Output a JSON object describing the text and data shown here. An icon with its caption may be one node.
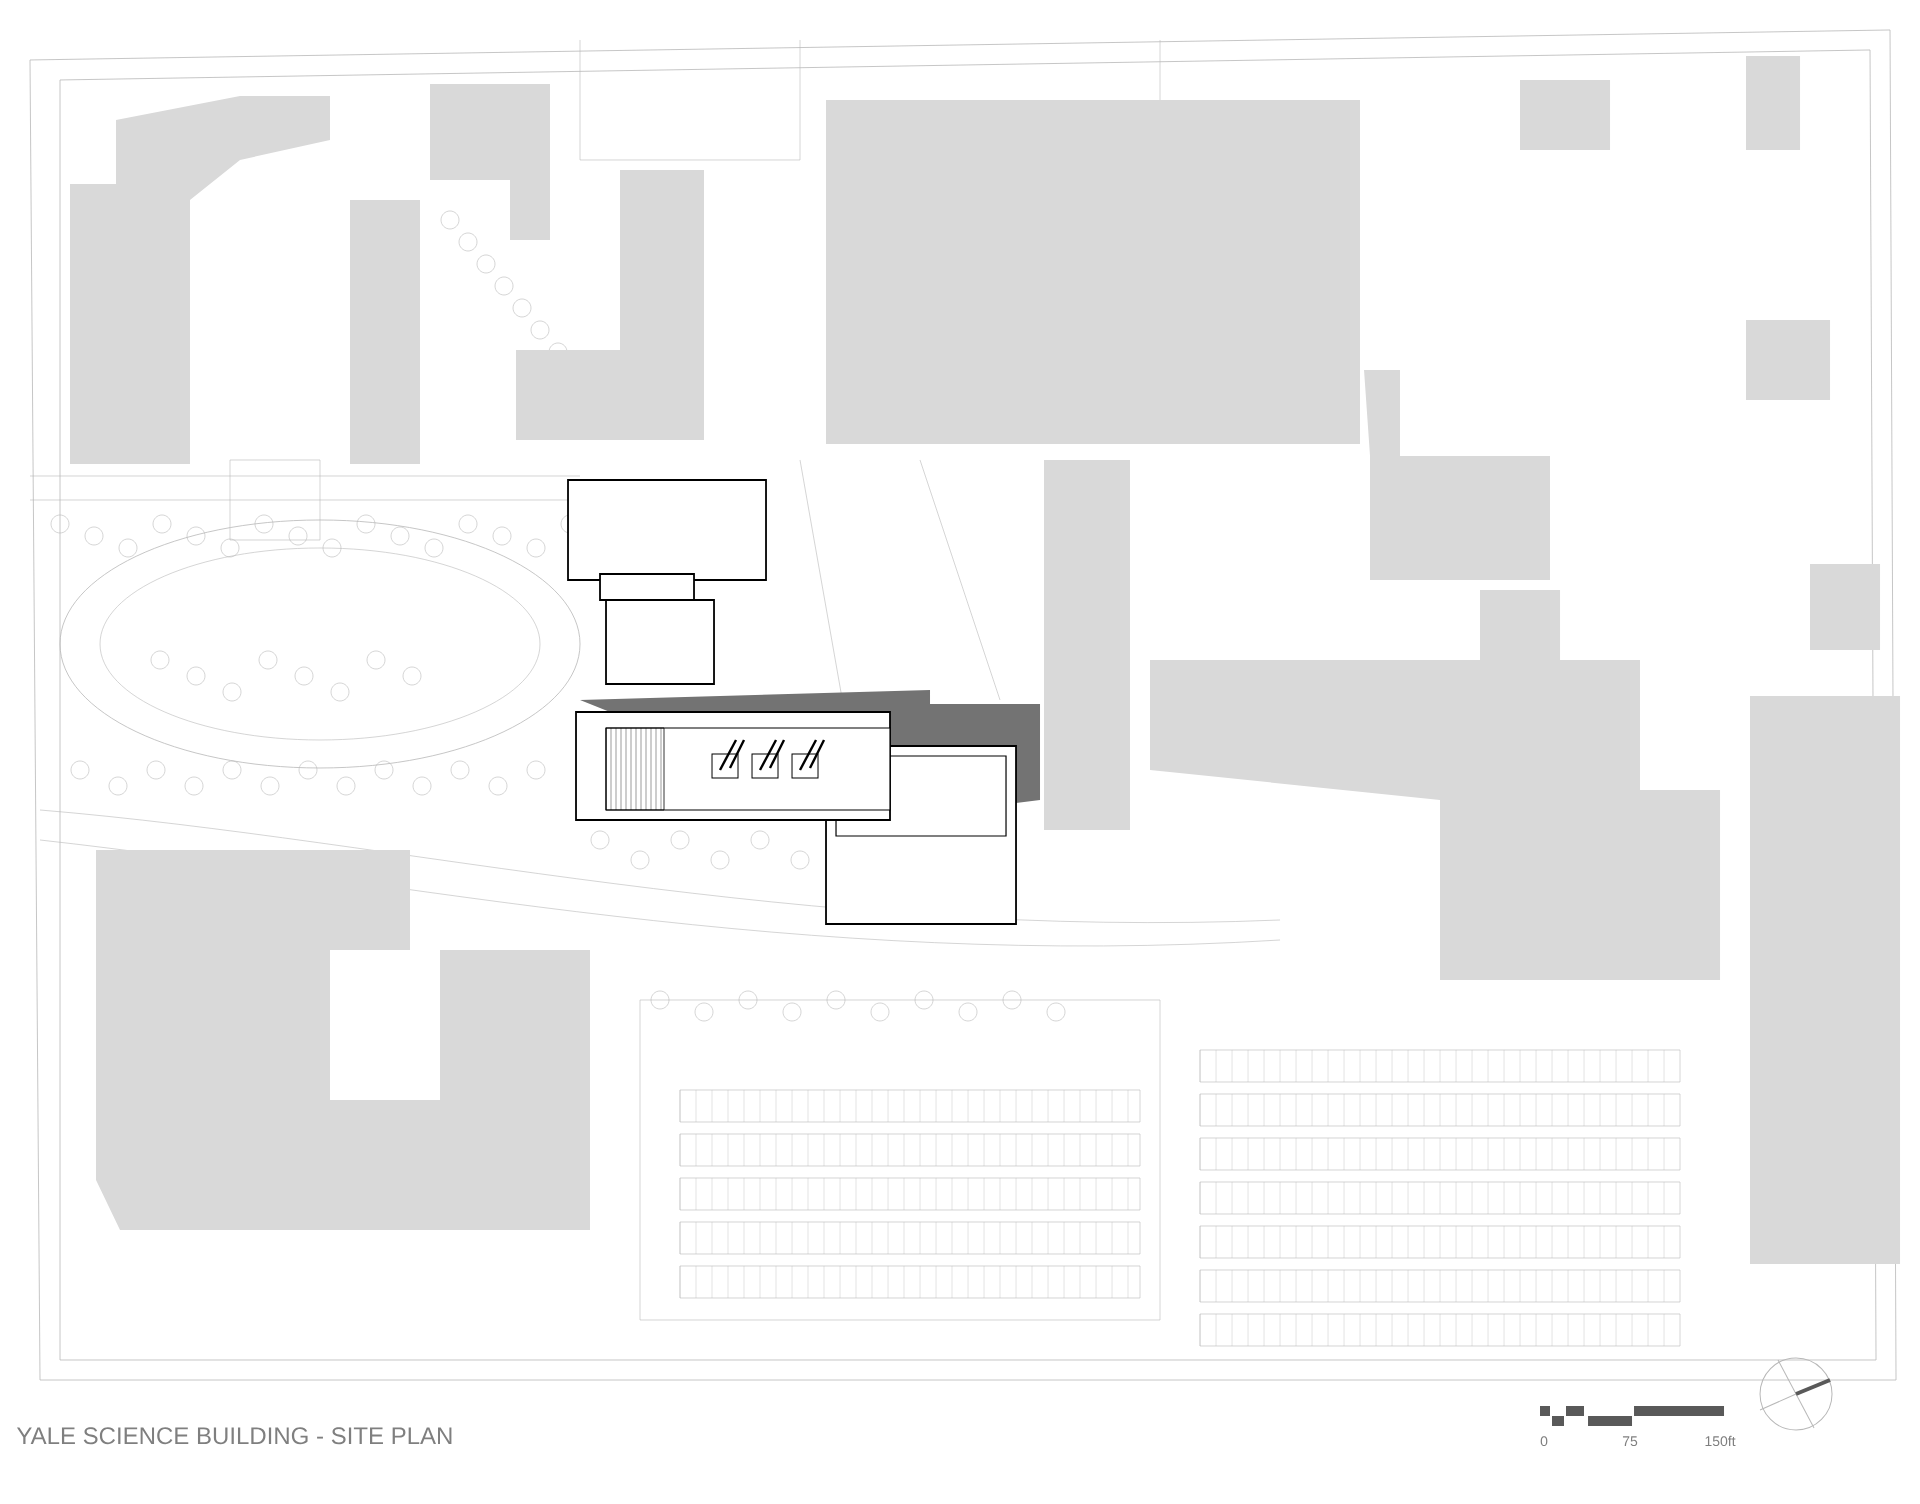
{
  "diagram": {
    "title": "YALE SCIENCE BUILDING - SITE PLAN",
    "labels": [
      "0",
      "75",
      "150ft"
    ]
  }
}
